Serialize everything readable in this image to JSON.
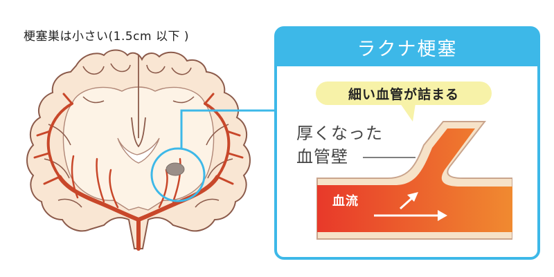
{
  "caption": "梗塞巣は小さい(1.5cm 以下 )",
  "panel": {
    "title": "ラクナ梗塞",
    "bubble_text": "細い血管が詰まる",
    "wall_label_line1": "厚くなった",
    "wall_label_line2": "血管壁",
    "flow_label": "血流"
  },
  "colors": {
    "brain_fill": "#f9e6d3",
    "brain_outline": "#8b5a4a",
    "artery": "#c8472a",
    "accent_blue": "#3db8e8",
    "bubble": "#f7f2a8",
    "flow_red": "#e8392a",
    "flow_orange": "#f08a30",
    "vessel_wall": "#f6e2c8",
    "infarct": "#9a8e88"
  },
  "icons": [
    "brain-diagram",
    "magnifier-circle",
    "flow-arrow-right",
    "flow-arrow-up-right"
  ]
}
